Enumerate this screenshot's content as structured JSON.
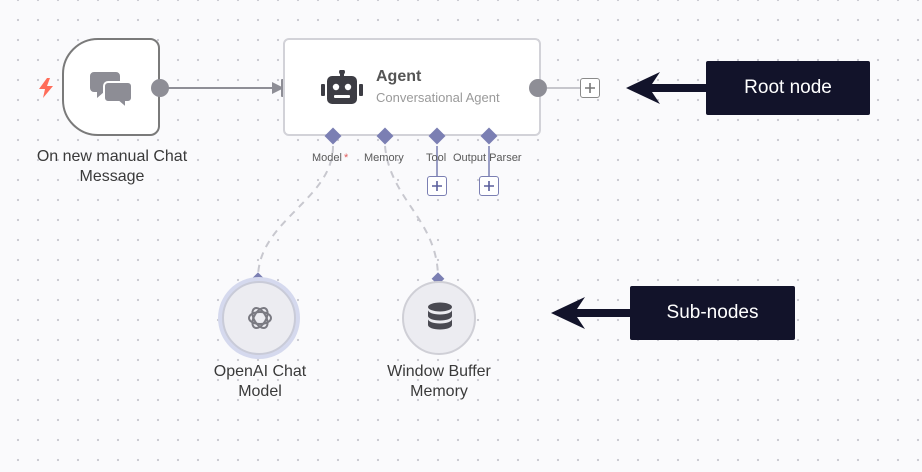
{
  "nodes": {
    "trigger": {
      "label": "On new manual Chat Message",
      "icon": "chat-bubbles-icon",
      "badge_icon": "lightning-icon"
    },
    "agent": {
      "title": "Agent",
      "subtitle": "Conversational Agent",
      "icon": "robot-icon"
    },
    "openai": {
      "label": "OpenAI Chat Model",
      "icon": "openai-icon"
    },
    "memory": {
      "label": "Window Buffer Memory",
      "icon": "database-icon"
    }
  },
  "connectors": [
    {
      "label": "Model",
      "required_mark": "*"
    },
    {
      "label": "Memory"
    },
    {
      "label": "Tool"
    },
    {
      "label": "Output Parser"
    }
  ],
  "callouts": {
    "root": "Root node",
    "sub": "Sub-nodes"
  },
  "colors": {
    "accent_purple": "#7b7fb3",
    "callout_bg": "#12132a",
    "trigger_bolt": "#ff6d5a"
  }
}
